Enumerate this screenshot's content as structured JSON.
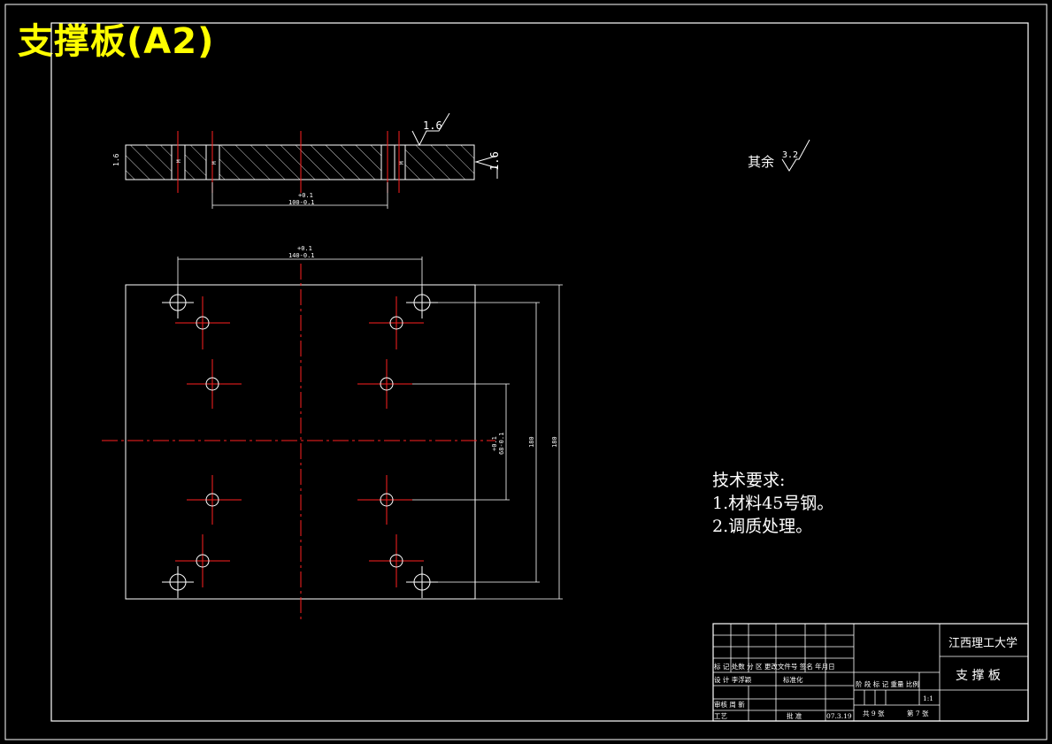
{
  "title": "支撑板(A2)",
  "side_view": {
    "roughness_top": "1.6",
    "roughness_right": "1.6",
    "left_dim": "1.6",
    "hole_tag": "M",
    "dim_tol": "+0.1",
    "dim_value": "100-0.1"
  },
  "top_view": {
    "dim_top_tol": "+0.1",
    "dim_top_value": "140-0.1",
    "dim_inner_tol": "+0.1",
    "dim_inner_value": "68-0.1",
    "dim_mid": "180",
    "dim_outer": "180"
  },
  "other_roughness": {
    "label": "其余",
    "value": "3.2"
  },
  "requirements": {
    "heading": "技术要求:",
    "items": [
      "1.材料45号钢。",
      "2.调质处理。"
    ]
  },
  "title_block": {
    "school": "江西理工大学",
    "part_name": "支 撑 板",
    "row_labels": "标 记 处数   分 区 更改文件号   签名   年月日",
    "designer": "设 计 李浮颖",
    "standard": "标准化",
    "stage_header": "阶 段 标 记 重量  比例",
    "scale": "1:1",
    "reviewer": "审核 周 新",
    "process": "工艺",
    "approve": "批 准",
    "date": "07.3.19",
    "sheets_total": "共 9 张",
    "sheet_no": "第 7 张"
  }
}
